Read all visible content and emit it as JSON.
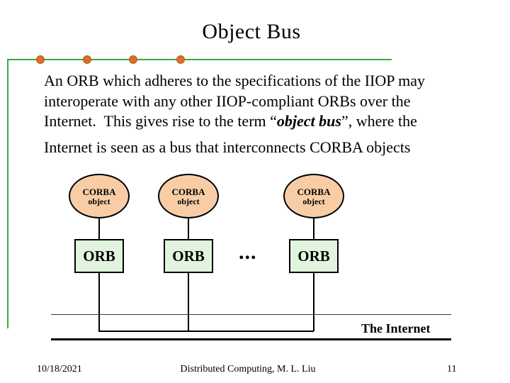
{
  "title": "Object Bus",
  "body": {
    "line1": "An ORB which adheres to the specifications of the IIOP may",
    "line2": "interoperate with any other IIOP-compliant ORBs over the",
    "line3_pre": "Internet.  This gives rise to the term “",
    "line3_emphasis": "object bus",
    "line3_post": "”, where the",
    "line4": "Internet is seen as a bus that interconnects CORBA objects"
  },
  "diagram": {
    "nodes": [
      {
        "ellipse_line1": "CORBA",
        "ellipse_line2": "object",
        "box_label": "ORB"
      },
      {
        "ellipse_line1": "CORBA",
        "ellipse_line2": "object",
        "box_label": "ORB"
      },
      {
        "ellipse_line1": "CORBA",
        "ellipse_line2": "object",
        "box_label": "ORB"
      }
    ],
    "ellipsis": "...",
    "bus_label": "The Internet"
  },
  "footer": {
    "date": "10/18/2021",
    "center": "Distributed Computing, M. L. Liu",
    "page_number": "11"
  },
  "colors": {
    "accent-green": "#3aa845",
    "dot-orange": "#d96f2d",
    "ellipse-fill": "#f8cda6",
    "orb-fill": "#e1f5de",
    "ink": "#000000"
  }
}
